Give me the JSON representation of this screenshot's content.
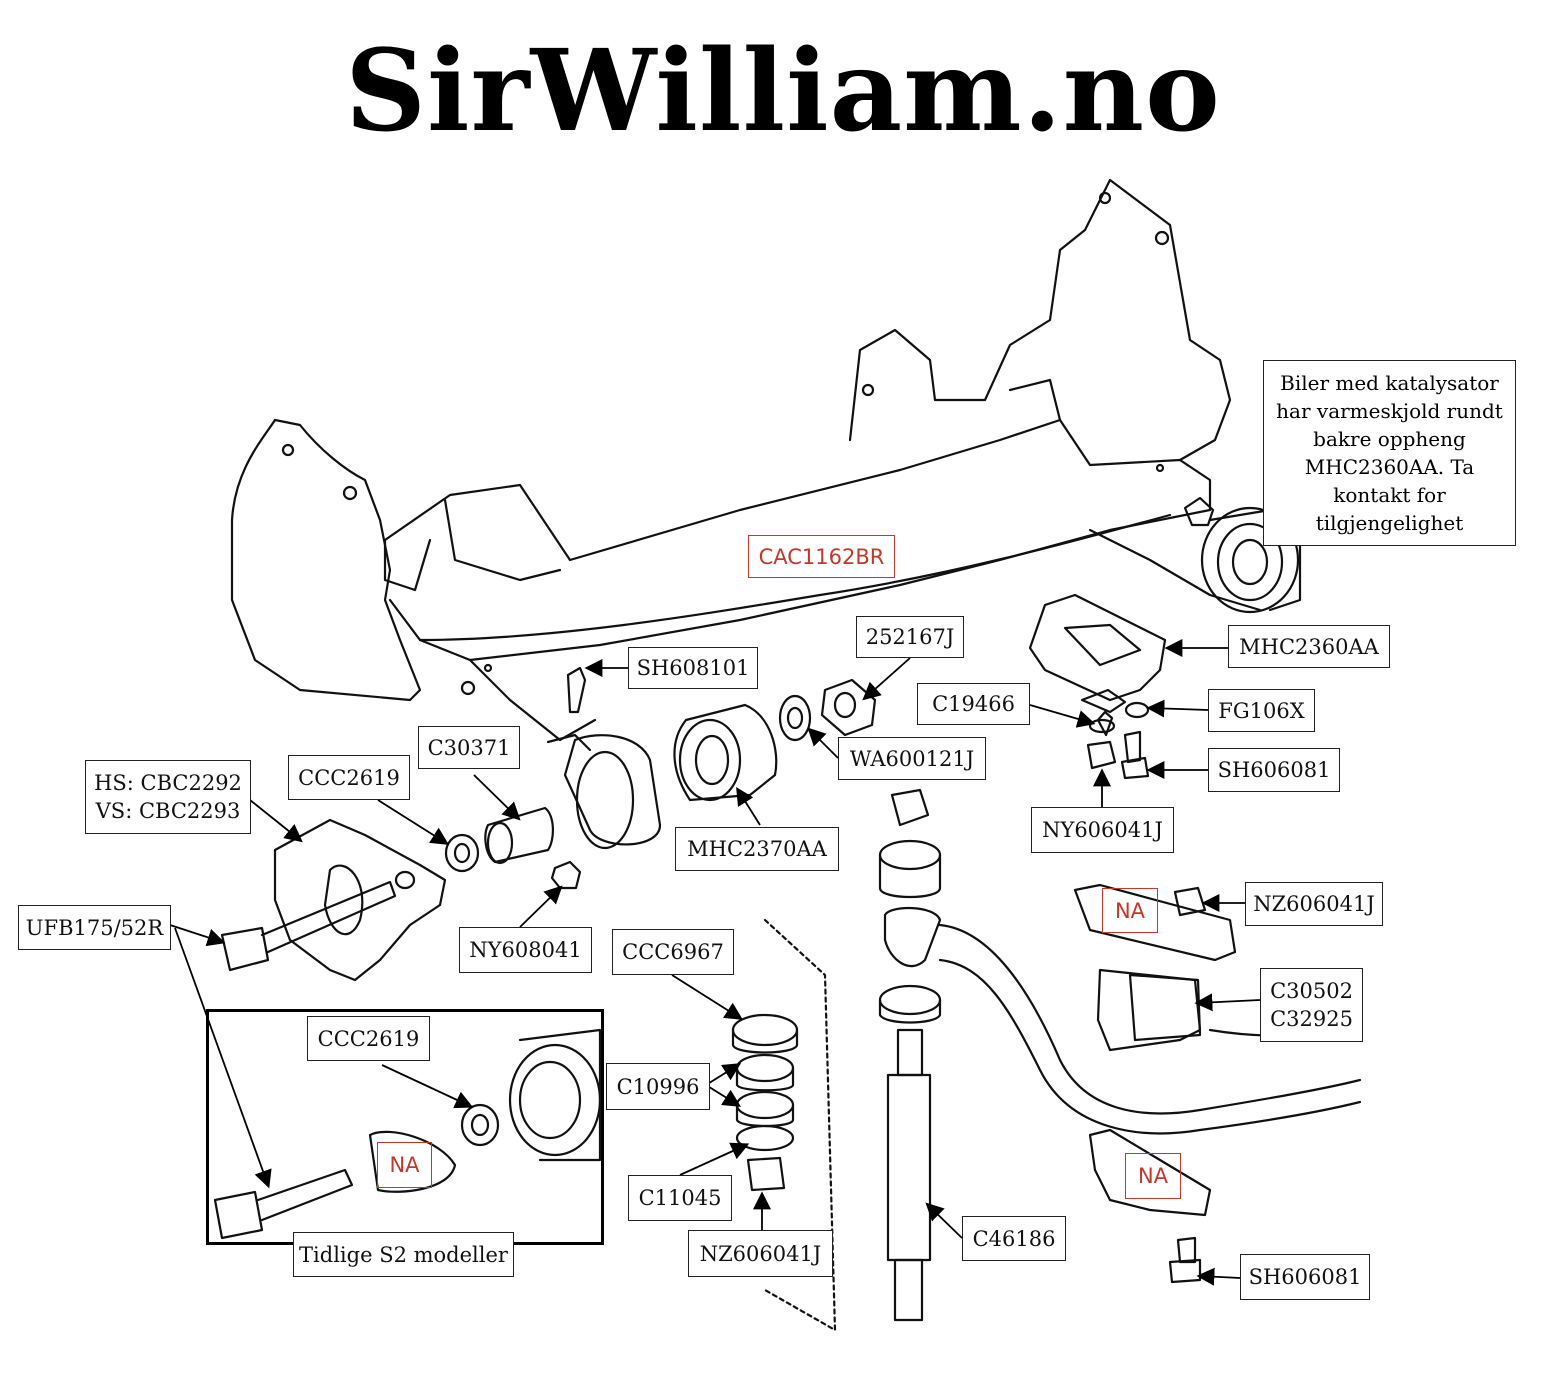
{
  "site_title": "SirWilliam.no",
  "note": [
    "Biler med katalysator",
    "har varmeskjold rundt",
    "bakre oppheng",
    "MHC2360AA. Ta",
    "kontakt for",
    "tilgjengelighet"
  ],
  "labels": {
    "cac1162br": "CAC1162BR",
    "sh608101": "SH608101",
    "p252167j": "252167J",
    "mhc2360aa": "MHC2360AA",
    "c19466": "C19466",
    "fg106x": "FG106X",
    "wa600121j": "WA600121J",
    "sh606081_top": "SH606081",
    "c30371": "C30371",
    "ccc2619_top": "CCC2619",
    "hs": "HS: CBC2292",
    "vs": "VS: CBC2293",
    "mhc2370aa": "MHC2370AA",
    "ny606041j": "NY606041J",
    "ufb175": "UFB175/52R",
    "ny608041": "NY608041",
    "ccc6967": "CCC6967",
    "nz606041j_right": "NZ606041J",
    "na_1": "NA",
    "c30502": "C30502",
    "c32925": "C32925",
    "ccc2619_inset": "CCC2619",
    "na_inset": "NA",
    "c10996": "C10996",
    "c11045": "C11045",
    "na_2": "NA",
    "c46186": "C46186",
    "nz606041j_bottom": "NZ606041J",
    "sh606081_bottom": "SH606081",
    "tidlige": "Tidlige S2 modeller"
  }
}
